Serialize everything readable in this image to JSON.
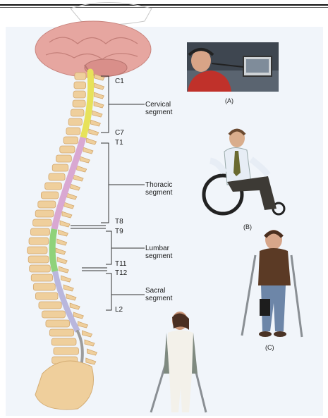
{
  "spinal_levels": {
    "c1": "C1",
    "c7": "C7",
    "t1": "T1",
    "t8": "T8",
    "t9": "T9",
    "t11": "T11",
    "t12": "T12",
    "l2": "L2"
  },
  "segments": {
    "cervical": [
      "Cervical",
      "segment"
    ],
    "thoracic": [
      "Thoracic",
      "segment"
    ],
    "lumbar": [
      "Lumbar",
      "segment"
    ],
    "sacral": [
      "Sacral",
      "segment"
    ]
  },
  "captions": {
    "a": "(A)",
    "b": "(B)",
    "c": "(C)"
  },
  "colors": {
    "cervical_cord": "#e7e25a",
    "thoracic_cord": "#d9a8d2",
    "lumbar_cord": "#8fd27a",
    "sacral_cord": "#b9b7dd",
    "vertebra": "#efcf9c",
    "brain": "#e6a6a0"
  }
}
